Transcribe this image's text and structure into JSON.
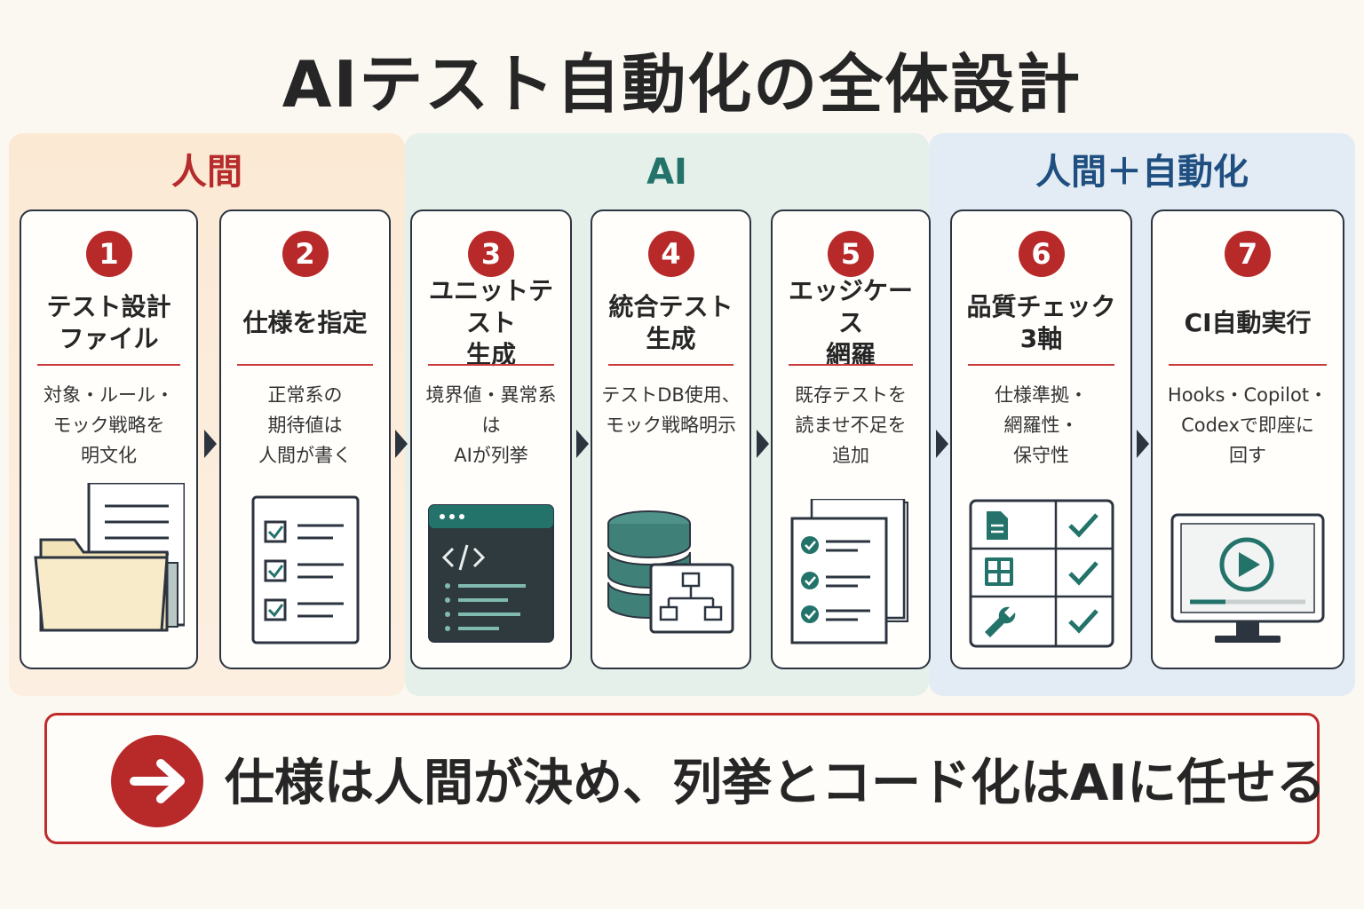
{
  "title": "AIテスト自動化の全体設計",
  "bands": {
    "human": "人間",
    "ai": "AI",
    "mix": "人間＋自動化"
  },
  "steps": [
    {
      "num": "1",
      "title": "テスト設計\nファイル",
      "desc": "対象・ルール・\nモック戦略を\n明文化",
      "icon": "folder-document-icon"
    },
    {
      "num": "2",
      "title": "仕様を指定",
      "desc": "正常系の\n期待値は\n人間が書く",
      "icon": "checklist-icon"
    },
    {
      "num": "3",
      "title": "ユニットテスト\n生成",
      "desc": "境界値・異常系は\nAIが列挙",
      "icon": "code-window-icon"
    },
    {
      "num": "4",
      "title": "統合テスト\n生成",
      "desc": "テストDB使用、\nモック戦略明示",
      "icon": "database-icon"
    },
    {
      "num": "5",
      "title": "エッジケース\n網羅",
      "desc": "既存テストを\n読ませ不足を\n追加",
      "icon": "checked-documents-icon"
    },
    {
      "num": "6",
      "title": "品質チェック\n3軸",
      "desc": "仕様準拠・\n網羅性・\n保守性",
      "icon": "quality-grid-icon"
    },
    {
      "num": "7",
      "title": "CI自動実行",
      "desc": "Hooks・Copilot・\nCodexで即座に\n回す",
      "icon": "monitor-play-icon"
    }
  ],
  "banner": {
    "text": "仕様は人間が決め、列挙とコード化はAIに任せる",
    "icon": "arrow-right-icon"
  },
  "colors": {
    "accent_red": "#b8292a",
    "teal": "#23736b",
    "navy": "#1f4f80"
  }
}
